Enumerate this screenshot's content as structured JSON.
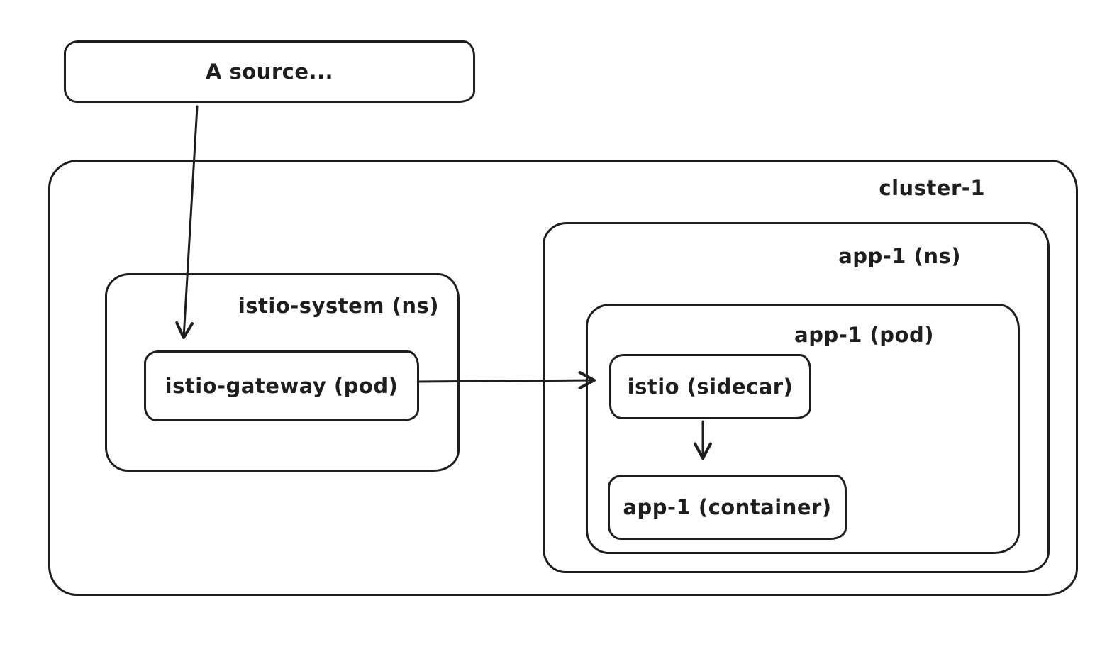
{
  "canvas": {
    "background": "#ffffff",
    "stroke_color": "#1e1e1e"
  },
  "nodes": {
    "source": {
      "label": "A source...",
      "type": "box"
    },
    "cluster": {
      "label": "cluster-1",
      "type": "group"
    },
    "istio_system_ns": {
      "label": "istio-system (ns)",
      "type": "group"
    },
    "istio_gateway_pod": {
      "label": "istio-gateway (pod)",
      "type": "box"
    },
    "app1_ns": {
      "label": "app-1 (ns)",
      "type": "group"
    },
    "app1_pod": {
      "label": "app-1 (pod)",
      "type": "group"
    },
    "istio_sidecar": {
      "label": "istio (sidecar)",
      "type": "box"
    },
    "app1_container": {
      "label": "app-1 (container)",
      "type": "box"
    }
  },
  "edges": [
    {
      "from": "source",
      "to": "istio_gateway_pod",
      "style": "arrow"
    },
    {
      "from": "istio_gateway_pod",
      "to": "istio_sidecar",
      "style": "arrow"
    },
    {
      "from": "istio_sidecar",
      "to": "app1_container",
      "style": "arrow"
    }
  ]
}
